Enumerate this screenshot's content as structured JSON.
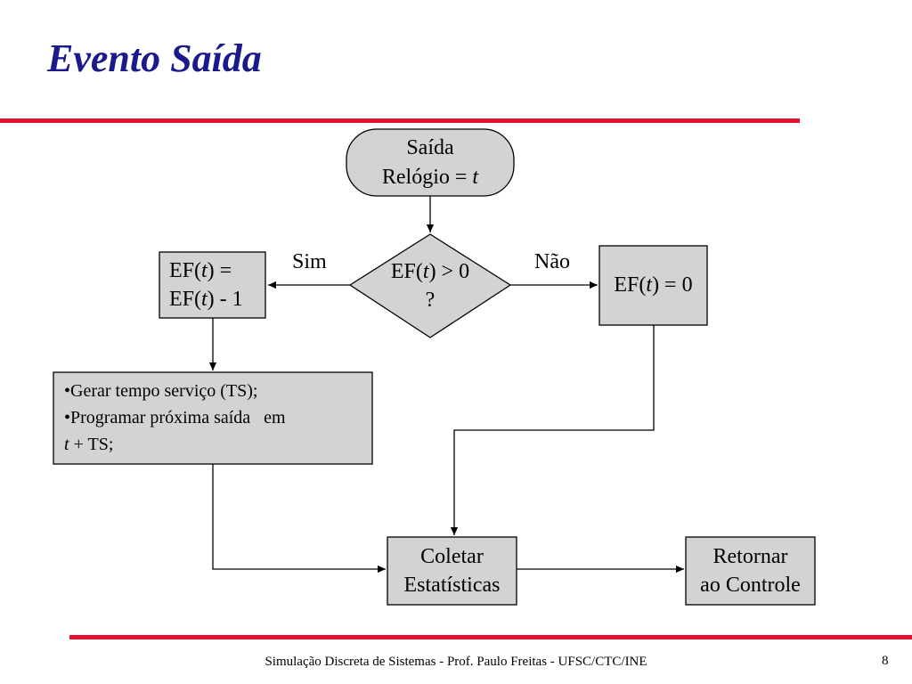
{
  "slide": {
    "title": "Evento Saída",
    "footer": "Simulação Discreta de Sistemas  -  Prof. Paulo Freitas  -  UFSC/CTC/INE",
    "page_number": "8"
  },
  "flowchart": {
    "start": {
      "line1": "Saída",
      "line2_pre": "Relógio = ",
      "line2_var": "t"
    },
    "decision": {
      "line1_pre": "EF(",
      "var": "t",
      "line1_post": ") > 0",
      "line2": "?"
    },
    "yes_label": "Sim",
    "no_label": "Não",
    "decrement": {
      "line1_pre": "EF(",
      "line1_var": "t",
      "line1_post": ") =",
      "line2_pre": "EF(",
      "line2_var": "t",
      "line2_post": ") - 1"
    },
    "zero_box": {
      "pre": "EF(",
      "var": "t",
      "post": ") = 0"
    },
    "schedule_box": {
      "item1": "•Gerar tempo serviço (TS);",
      "item2": "•Programar próxima saída   em",
      "item3_var": "t",
      "item3_post": " + TS;"
    },
    "stats": {
      "line1": "Coletar",
      "line2": "Estatísticas"
    },
    "return": {
      "line1": "Retornar",
      "line2": "ao Controle"
    }
  }
}
